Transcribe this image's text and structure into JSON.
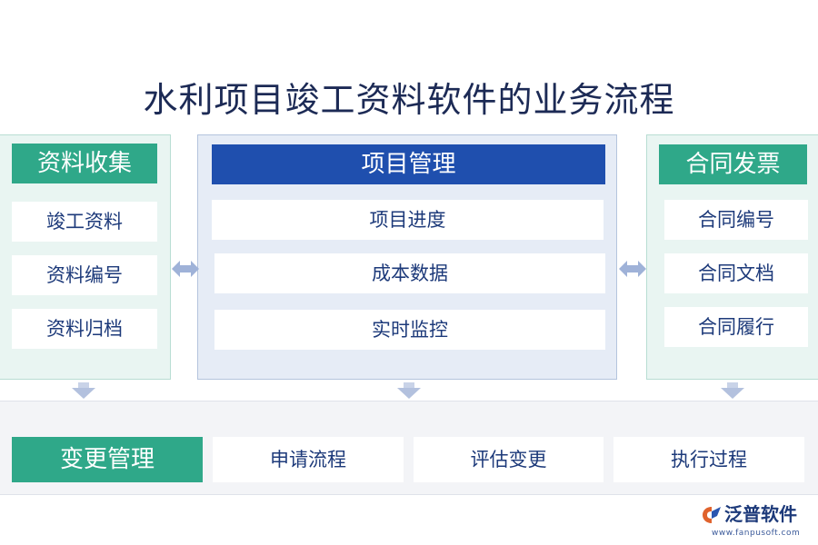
{
  "title": "水利项目竣工资料软件的业务流程",
  "collect": {
    "header": "资料收集",
    "items": [
      "竣工资料",
      "资料编号",
      "资料归档"
    ]
  },
  "project": {
    "header": "项目管理",
    "items": [
      "项目进度",
      "成本数据",
      "实时监控"
    ]
  },
  "contract": {
    "header": "合同发票",
    "items": [
      "合同编号",
      "合同文档",
      "合同履行"
    ]
  },
  "change": {
    "header": "变更管理",
    "items": [
      "申请流程",
      "评估变更",
      "执行过程"
    ]
  },
  "logo": {
    "name": "泛普软件",
    "url": "www.fanpusoft.com"
  },
  "colors": {
    "green_header": "#2fa889",
    "blue_header": "#1f4fae",
    "item_text": "#1d3a7a",
    "arrow": "#aab8d6"
  },
  "icons": [
    "double-arrow-icon",
    "down-arrow-icon",
    "fanpu-logo-icon"
  ]
}
